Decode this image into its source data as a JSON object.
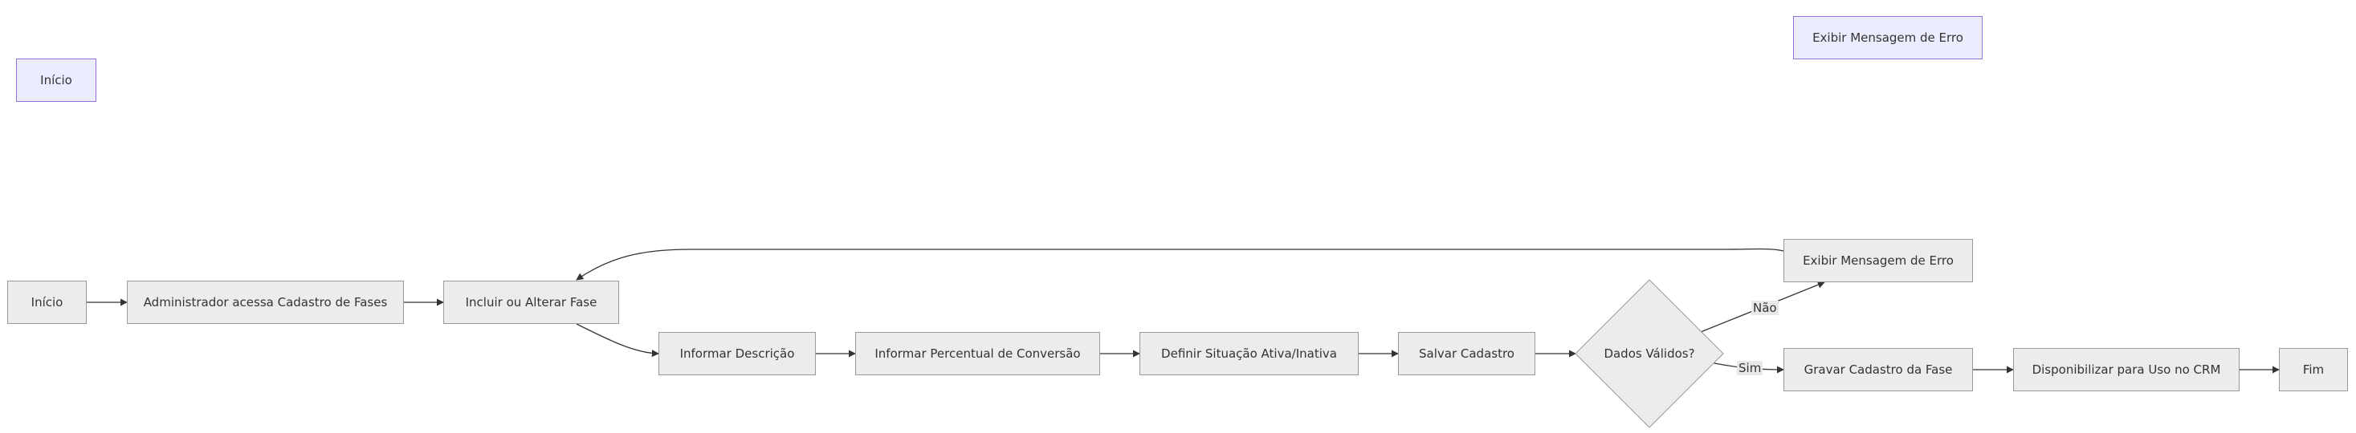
{
  "legend": {
    "start_label": "Início",
    "error_label": "Exibir Mensagem de Erro"
  },
  "nodes": {
    "inicio": "Início",
    "acessa": "Administrador acessa Cadastro de Fases",
    "incluir": "Incluir ou Alterar Fase",
    "descricao": "Informar Descrição",
    "percentual": "Informar Percentual de Conversão",
    "situacao": "Definir Situação Ativa/Inativa",
    "salvar": "Salvar Cadastro",
    "validos": "Dados Válidos?",
    "erro": "Exibir Mensagem de Erro",
    "gravar": "Gravar Cadastro da Fase",
    "disponibilizar": "Disponibilizar para Uso no CRM",
    "fim": "Fim"
  },
  "edges": {
    "nao": "Não",
    "sim": "Sim"
  },
  "colors": {
    "node_fill": "#ececec",
    "node_stroke": "#9a9a9a",
    "legend_fill": "#ececff",
    "legend_stroke": "#9370db",
    "edge": "#333333"
  }
}
